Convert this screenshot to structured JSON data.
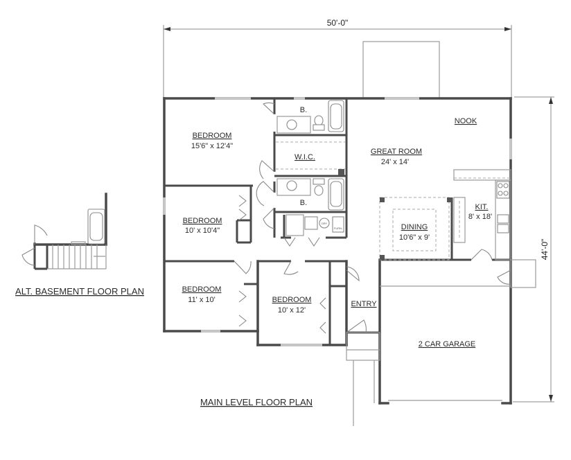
{
  "dimensions": {
    "width_label": "50'-0\"",
    "depth_label": "44'-0\""
  },
  "rooms": [
    {
      "id": "bedroom-1",
      "name": "BEDROOM",
      "size": "15'6\" x 12'4\""
    },
    {
      "id": "bath-1",
      "name": "B.",
      "size": ""
    },
    {
      "id": "wic",
      "name": "W.I.C.",
      "size": ""
    },
    {
      "id": "bath-2",
      "name": "B.",
      "size": ""
    },
    {
      "id": "bedroom-2",
      "name": "BEDROOM",
      "size": "10' x 10'4\""
    },
    {
      "id": "bedroom-3",
      "name": "BEDROOM",
      "size": "11' x 10'"
    },
    {
      "id": "bedroom-4",
      "name": "BEDROOM",
      "size": "10' x 12'"
    },
    {
      "id": "great-room",
      "name": "GREAT ROOM",
      "size": "24' x 14'"
    },
    {
      "id": "nook",
      "name": "NOOK",
      "size": ""
    },
    {
      "id": "kitchen",
      "name": "KIT.",
      "size": "8' x 18'"
    },
    {
      "id": "dining",
      "name": "DINING",
      "size": "10'6\" x 9'"
    },
    {
      "id": "entry",
      "name": "ENTRY",
      "size": ""
    },
    {
      "id": "garage",
      "name": "2 CAR GARAGE",
      "size": ""
    }
  ],
  "fixtures": {
    "dryer_label": "DRY",
    "furnace_label": "FURN."
  },
  "plans": {
    "main_title": "MAIN LEVEL FLOOR PLAN",
    "alt_title": "ALT. BASEMENT FLOOR PLAN"
  },
  "colors": {
    "wall": "#4a4a4a",
    "line": "#8a8a8a",
    "text": "#2a2a2a",
    "background": "#ffffff"
  }
}
